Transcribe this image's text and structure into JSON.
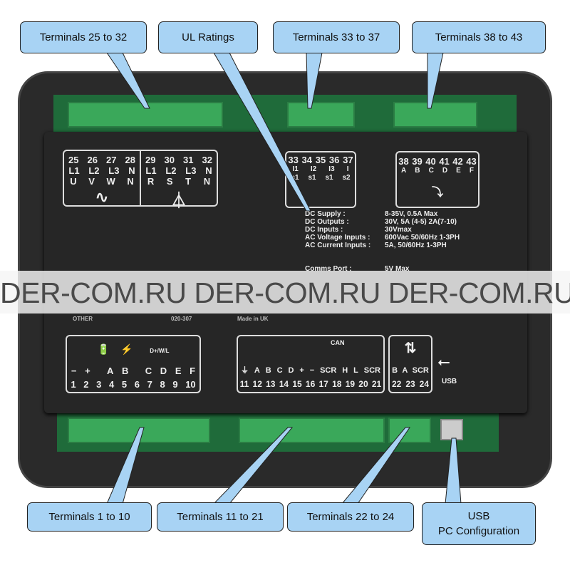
{
  "callouts": {
    "top": [
      "Terminals 25 to 32",
      "UL Ratings",
      "Terminals 33 to 37",
      "Terminals 38 to 43"
    ],
    "bottom": [
      "Terminals 1 to 10",
      "Terminals 11 to 21",
      "Terminals 22 to 24"
    ],
    "usb": [
      "USB",
      "PC Configuration"
    ]
  },
  "panel": {
    "t25_32": {
      "nums": [
        "25",
        "26",
        "27",
        "28",
        "29",
        "30",
        "31",
        "32"
      ],
      "l": [
        "L1",
        "L2",
        "L3",
        "N",
        "L1",
        "L2",
        "L3",
        "N"
      ],
      "p": [
        "U",
        "V",
        "W",
        "N",
        "R",
        "S",
        "T",
        "N"
      ]
    },
    "t33_37": {
      "nums": [
        "33",
        "34",
        "35",
        "36",
        "37"
      ],
      "a": [
        "I1",
        "I2",
        "I3",
        "I"
      ],
      "b": [
        "s1",
        "s1",
        "s1",
        "s2"
      ]
    },
    "t38_43": {
      "nums": [
        "38",
        "39",
        "40",
        "41",
        "42",
        "43"
      ],
      "letters": [
        "A",
        "B",
        "C",
        "D",
        "E",
        "F"
      ]
    },
    "t1_10": {
      "nums": [
        "1",
        "2",
        "3",
        "4",
        "5",
        "6",
        "7",
        "8",
        "9",
        "10"
      ],
      "letters": [
        "−",
        "+",
        "",
        "A",
        "B",
        "",
        "C",
        "D",
        "E",
        "F"
      ],
      "dplus": "D+",
      "wl": "W/L"
    },
    "t11_24": {
      "nums": [
        "11",
        "12",
        "13",
        "14",
        "15",
        "16",
        "17",
        "18",
        "19",
        "20",
        "21",
        "22",
        "23",
        "24"
      ],
      "letters": [
        "⏚",
        "A",
        "B",
        "C",
        "D",
        "+",
        "−",
        "SCR",
        "H",
        "L",
        "SCR",
        "B",
        "A",
        "SCR"
      ],
      "can": "CAN",
      "usb": "USB"
    },
    "marks": {
      "other": "OTHER",
      "code": "020-307",
      "made": "Made in UK"
    },
    "specs": [
      [
        "DC Supply :",
        "8-35V,  0.5A Max"
      ],
      [
        "DC Outputs :",
        "30V, 5A (4-5) 2A(7-10)"
      ],
      [
        "DC Inputs :",
        "30Vmax"
      ],
      [
        "AC Voltage Inputs :",
        "600Vac 50/60Hz 1-3PH"
      ],
      [
        "AC Current Inputs :",
        "5A, 50/60Hz 1-3PH"
      ],
      [
        "",
        ""
      ],
      [
        "",
        ""
      ],
      [
        "Comms Port :",
        "5V Max"
      ]
    ]
  },
  "watermark": "DER-COM.RU DER-COM.RU DER-COM.RU",
  "colors": {
    "callout": "#a8d3f4",
    "pcb": "#1f6b3a",
    "connector": "#3aa85a",
    "panel": "#262626"
  }
}
